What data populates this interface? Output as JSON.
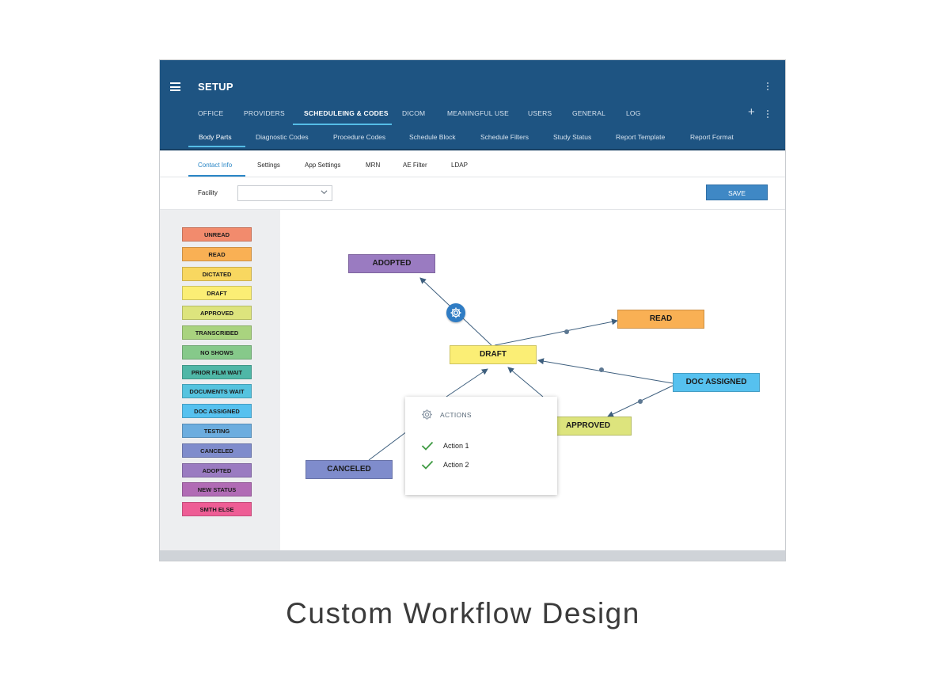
{
  "app": {
    "title": "SETUP",
    "main_tabs": [
      "OFFICE",
      "PROVIDERS",
      "SCHEDULEING & CODES",
      "DICOM",
      "MEANINGFUL USE",
      "USERS",
      "GENERAL",
      "LOG"
    ],
    "active_main_tab": "SCHEDULEING & CODES",
    "sub_tabs": [
      "Body Parts",
      "Diagnostic Codes",
      "Procedure Codes",
      "Schedule Block",
      "Schedule Filters",
      "Study Status",
      "Report Template",
      "Report Format"
    ],
    "active_sub_tab": "Body Parts",
    "secondary_tabs": [
      "Contact Info",
      "Settings",
      "App Settings",
      "MRN",
      "AE Filter",
      "LDAP"
    ],
    "active_secondary_tab": "Contact Info",
    "facility_label": "Facility",
    "facility_value": "",
    "save_label": "SAVE"
  },
  "statuses": [
    {
      "label": "UNREAD",
      "color": "#f28b6d"
    },
    {
      "label": "READ",
      "color": "#f9b054"
    },
    {
      "label": "DICTATED",
      "color": "#f8d760"
    },
    {
      "label": "DRAFT",
      "color": "#fbee75"
    },
    {
      "label": "APPROVED",
      "color": "#dde47d"
    },
    {
      "label": "TRANSCRIBED",
      "color": "#a9d37f"
    },
    {
      "label": "NO SHOWS",
      "color": "#86c98a"
    },
    {
      "label": "PRIOR FILM WAIT",
      "color": "#4fb7a7"
    },
    {
      "label": "DOCUMENTS WAIT",
      "color": "#55c3df"
    },
    {
      "label": "DOC ASSIGNED",
      "color": "#56c1ef"
    },
    {
      "label": "TESTING",
      "color": "#6caddf"
    },
    {
      "label": "CANCELED",
      "color": "#7f8ccc"
    },
    {
      "label": "ADOPTED",
      "color": "#9a7bc1"
    },
    {
      "label": "NEW STATUS",
      "color": "#b16bb5"
    },
    {
      "label": "SMTH ELSE",
      "color": "#ee5d95"
    }
  ],
  "workflow": {
    "nodes": {
      "adopted": {
        "label": "ADOPTED",
        "color": "#9a7bc1"
      },
      "read": {
        "label": "READ",
        "color": "#f9b054"
      },
      "draft": {
        "label": "DRAFT",
        "color": "#fbee75"
      },
      "doc_assigned": {
        "label": "DOC ASSIGNED",
        "color": "#56c1ef"
      },
      "approved": {
        "label": "APPROVED",
        "color": "#dde47d"
      },
      "canceled": {
        "label": "CANCELED",
        "color": "#7f8ccc"
      }
    },
    "edge_color": "#3e5f7e",
    "actions_popup": {
      "title": "ACTIONS",
      "items": [
        "Action 1",
        "Action 2"
      ]
    }
  },
  "caption": "Custom Workflow Design"
}
